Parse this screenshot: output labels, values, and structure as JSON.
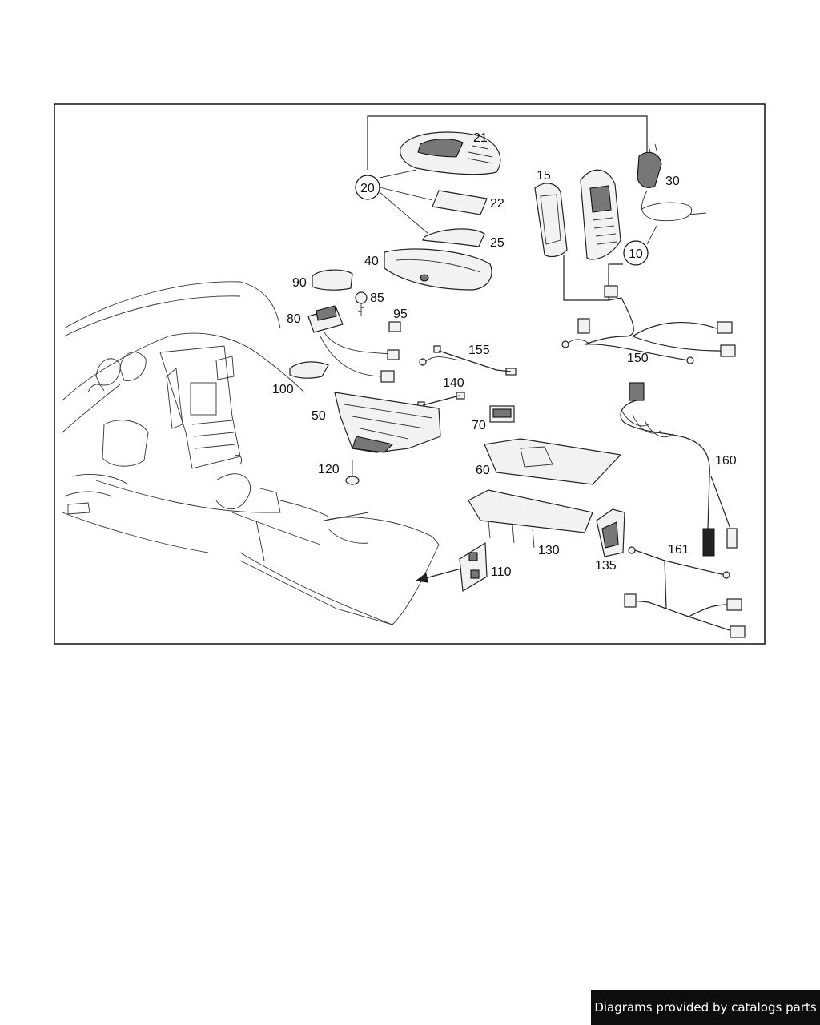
{
  "diagram": {
    "callouts": {
      "c10": "10",
      "c15": "15",
      "c20": "20",
      "c21": "21",
      "c22": "22",
      "c25": "25",
      "c30": "30",
      "c40": "40",
      "c50": "50",
      "c60": "60",
      "c70": "70",
      "c80": "80",
      "c85": "85",
      "c90": "90",
      "c95": "95",
      "c100": "100",
      "c110": "110",
      "c120": "120",
      "c130": "130",
      "c135": "135",
      "c140": "140",
      "c150": "150",
      "c155": "155",
      "c160": "160",
      "c161": "161"
    }
  },
  "footer": {
    "credit": "Diagrams provided by catalogs parts"
  }
}
